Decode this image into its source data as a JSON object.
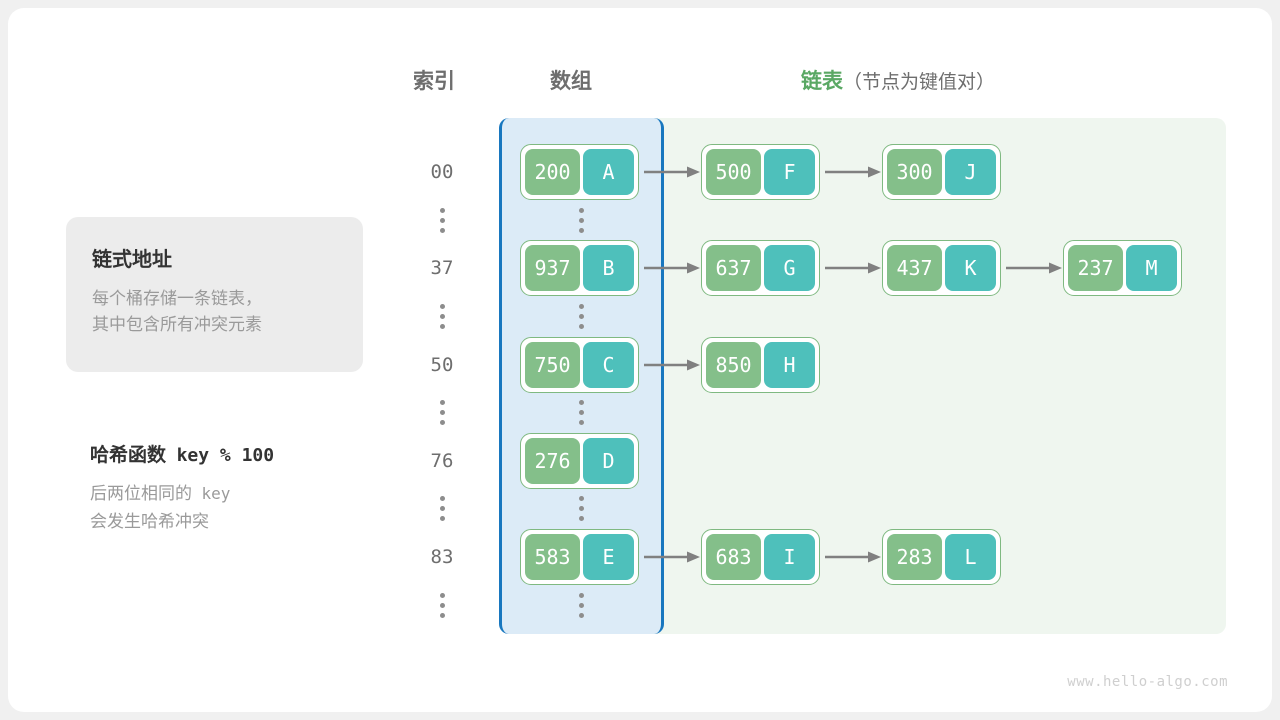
{
  "headers": {
    "index": "索引",
    "array": "数组",
    "list_main": "链表",
    "list_sub": "（节点为键值对）"
  },
  "note_card": {
    "title": "链式地址",
    "line1": "每个桶存储一条链表，",
    "line2": "其中包含所有冲突元素"
  },
  "note_hash": {
    "title_cn": "哈希函数",
    "title_code": "key % 100",
    "line1_cn": "后两位相同的",
    "line1_code": "key",
    "line2": "会发生哈希冲突"
  },
  "ellipsis_glyph": "⋮",
  "watermark": "www.hello-algo.com",
  "colors": {
    "key_box": "#84bf8a",
    "value_box": "#4ec0bb",
    "node_border": "#7fb981",
    "array_band": "#dcebf7",
    "array_border": "#1877bf",
    "list_band": "#eff6ef",
    "accent_green": "#5aa864",
    "arrow": "#808080",
    "text_gray": "#6e6e6e"
  },
  "rows": [
    {
      "index": "00",
      "nodes": [
        {
          "key": "200",
          "value": "A"
        },
        {
          "key": "500",
          "value": "F"
        },
        {
          "key": "300",
          "value": "J"
        }
      ]
    },
    {
      "index": "37",
      "nodes": [
        {
          "key": "937",
          "value": "B"
        },
        {
          "key": "637",
          "value": "G"
        },
        {
          "key": "437",
          "value": "K"
        },
        {
          "key": "237",
          "value": "M"
        }
      ]
    },
    {
      "index": "50",
      "nodes": [
        {
          "key": "750",
          "value": "C"
        },
        {
          "key": "850",
          "value": "H"
        }
      ]
    },
    {
      "index": "76",
      "nodes": [
        {
          "key": "276",
          "value": "D"
        }
      ]
    },
    {
      "index": "83",
      "nodes": [
        {
          "key": "583",
          "value": "E"
        },
        {
          "key": "683",
          "value": "I"
        },
        {
          "key": "283",
          "value": "L"
        }
      ]
    }
  ]
}
